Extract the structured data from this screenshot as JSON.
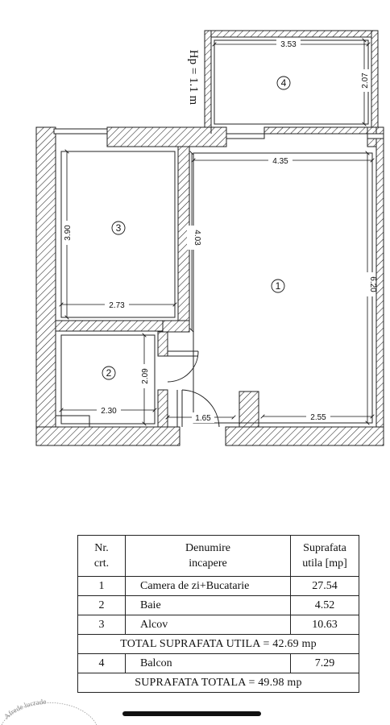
{
  "plan": {
    "height_note": "Hp = 1.1 m",
    "rooms": [
      {
        "number": "1"
      },
      {
        "number": "2"
      },
      {
        "number": "3"
      },
      {
        "number": "4"
      }
    ],
    "dimensions": {
      "balcony_width": "3.53",
      "balcony_depth": "2.07",
      "living_width": "4.35",
      "living_length": "6.20",
      "living_bottom": "2.55",
      "alcove_length": "3.90",
      "alcove_width": "2.73",
      "alcove_inner": "4.03",
      "bath_width": "2.30",
      "bath_depth": "2.09",
      "hall_width": "1.65"
    }
  },
  "table": {
    "headers": [
      {
        "line1": "Nr.",
        "line2": "crt."
      },
      {
        "line1": "Denumire",
        "line2": "incapere"
      },
      {
        "line1": "Suprafata",
        "line2": "utila [mp]"
      }
    ],
    "rows": [
      {
        "nr": "1",
        "name": "Camera de zi+Bucatarie",
        "area": "27.54"
      },
      {
        "nr": "2",
        "name": "Baie",
        "area": "4.52"
      },
      {
        "nr": "3",
        "name": "Alcov",
        "area": "10.63"
      }
    ],
    "total_util": "TOTAL SUPRAFATA UTILA = 42.69 mp",
    "balcony_row": {
      "nr": "4",
      "name": "Balcon",
      "area": "7.29"
    },
    "total": "SUPRAFATA TOTALA = 49.98 mp"
  },
  "stamp_text": "Afrede lucrade"
}
